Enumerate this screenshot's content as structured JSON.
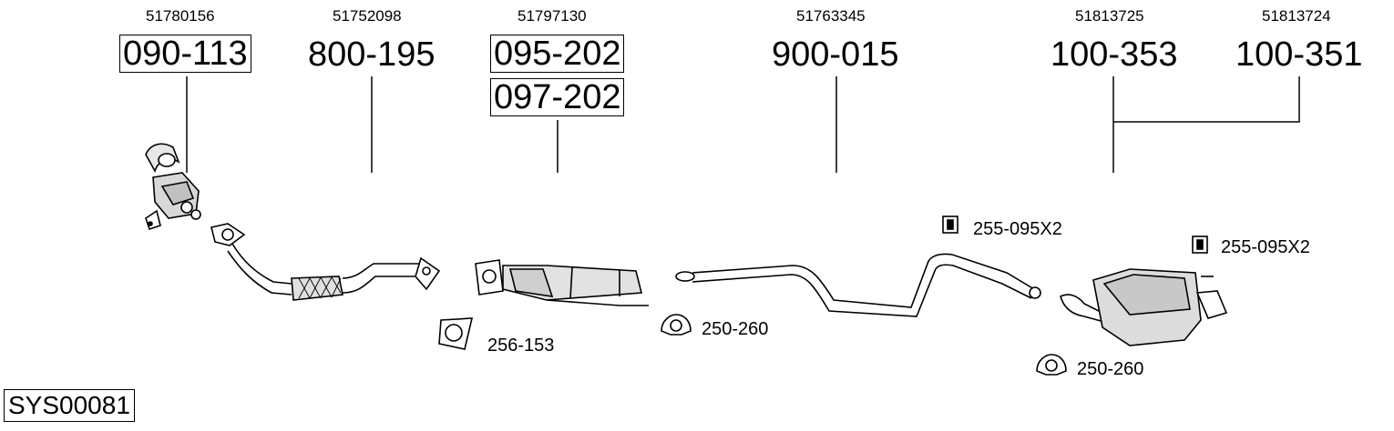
{
  "components": [
    {
      "id": "c1",
      "oem": "51780156",
      "part": "090-113",
      "boxed": true,
      "icon": "catalytic-converter-icon"
    },
    {
      "id": "c2",
      "oem": "51752098",
      "part": "800-195",
      "boxed": false,
      "icon": "front-pipe-icon"
    },
    {
      "id": "c3",
      "oem": "51797130",
      "parts": [
        "095-202",
        "097-202"
      ],
      "boxed": true,
      "icon": "particulate-filter-icon"
    },
    {
      "id": "c4",
      "oem": "51763345",
      "part": "900-015",
      "boxed": false,
      "icon": "middle-pipe-icon"
    },
    {
      "id": "c5",
      "oem": "51813725",
      "part": "100-353",
      "boxed": false,
      "icon": "rear-silencer-icon"
    },
    {
      "id": "c6",
      "oem": "51813724",
      "part": "100-351",
      "boxed": false
    }
  ],
  "accessories": [
    {
      "id": "a1",
      "label": "256-153",
      "icon": "gasket-icon"
    },
    {
      "id": "a2",
      "label": "250-260",
      "icon": "clamp-icon"
    },
    {
      "id": "a3",
      "label": "255-095X2",
      "icon": "rubber-mount-icon"
    },
    {
      "id": "a4",
      "label": "255-095X2",
      "icon": "rubber-mount-icon"
    },
    {
      "id": "a5",
      "label": "250-260",
      "icon": "clamp-icon"
    }
  ],
  "system_code": "SYS00081"
}
